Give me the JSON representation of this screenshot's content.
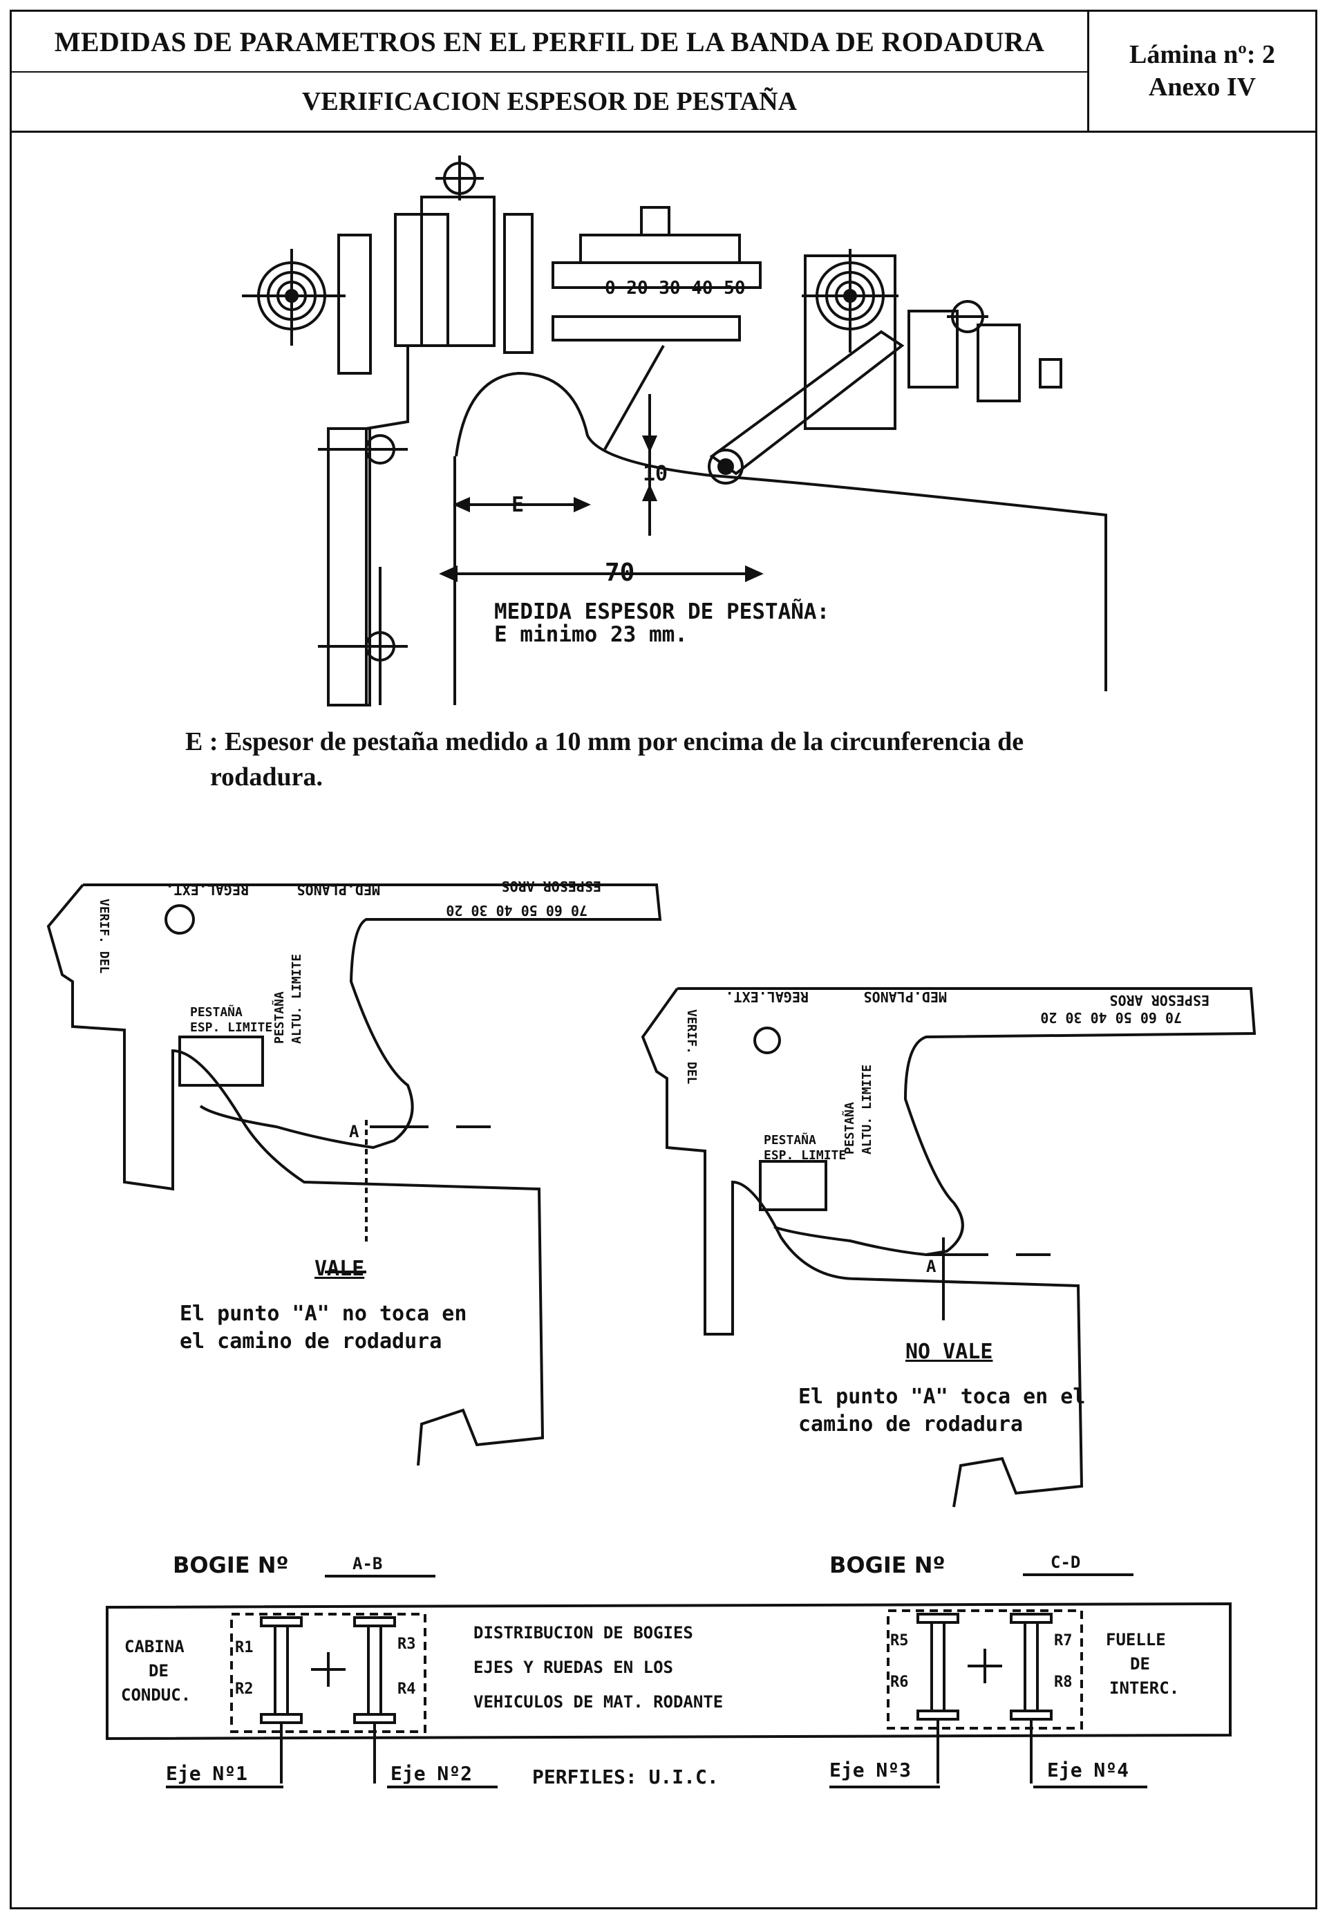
{
  "header": {
    "title": "MEDIDAS DE PARAMETROS EN EL PERFIL DE LA BANDA DE RODADURA",
    "subtitle": "VERIFICACION ESPESOR DE PESTAÑA",
    "lamina": "Lámina nº: 2",
    "anexo": "Anexo IV"
  },
  "gauge_figure": {
    "scale_numbers": "0  20  30  40  50",
    "dim_10": "10",
    "dim_E": "E",
    "dim_70": "70",
    "note_line1": "MEDIDA ESPESOR DE PESTAÑA:",
    "note_line2": "E minimo 23 mm."
  },
  "caption": {
    "line1": "E : Espesor de pestaña medido a 10 mm por encima de la circunferencia de",
    "line2": "rodadura."
  },
  "gauge_labels": {
    "espesor_aros": "ESPESOR AROS",
    "med_planos": "MED.PLANOS",
    "regal_ext": "REGAL.EXT.",
    "scale": "70 60 50 40 30 20",
    "verif_del": "VERIF. DEL",
    "pestana_esp_limite_1": "PESTAÑA",
    "pestana_esp_limite_2": "ESP. LIMITE",
    "pestana_altu_limite_1": "PESTAÑA",
    "pestana_altu_limite_2": "ALTU. LIMITE",
    "point_a": "A"
  },
  "vale_panel": {
    "verdict": "VALE",
    "text_line1": "El punto \"A\" no toca en",
    "text_line2": "el camino de rodadura"
  },
  "novale_panel": {
    "verdict": "NO VALE",
    "text_line1": "El punto \"A\" toca en el",
    "text_line2": "camino de rodadura"
  },
  "bogie_diagram": {
    "bogie_label": "BOGIE Nº",
    "bogie_1_value": "A-B",
    "bogie_2_value": "C-D",
    "cabina_1": "CABINA",
    "cabina_2": "DE",
    "cabina_3": "CONDUC.",
    "dist_1": "DISTRIBUCION DE BOGIES",
    "dist_2": "EJES Y RUEDAS EN LOS",
    "dist_3": "VEHICULOS DE MAT. RODANTE",
    "fuelle_1": "FUELLE",
    "fuelle_2": "DE",
    "fuelle_3": "INTERC.",
    "wheels": [
      "R1",
      "R2",
      "R3",
      "R4",
      "R5",
      "R6",
      "R7",
      "R8"
    ],
    "axle_1": "Eje Nº1",
    "axle_2": "Eje Nº2",
    "axle_3": "Eje Nº3",
    "axle_4": "Eje Nº4",
    "perfiles": "PERFILES: U.I.C."
  }
}
